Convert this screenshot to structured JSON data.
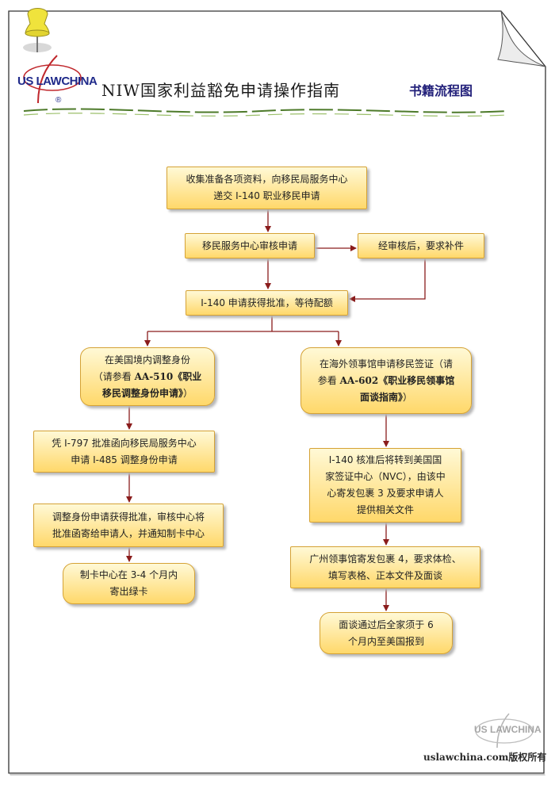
{
  "header": {
    "title": "NIW国家利益豁免申请操作指南",
    "subtitle": "书籍流程图",
    "logo_text": "US LAWCHINA",
    "logo_registered": "®"
  },
  "footer": {
    "copyright": "uslawchina.com版权所有",
    "watermark_text": "US LAWCHINA"
  },
  "colors": {
    "box_top": "#fff9d6",
    "box_bottom": "#ffd86a",
    "box_border": "#d5a235",
    "arrow": "#8a1c1c",
    "title_accent": "#22207a"
  },
  "flow": {
    "collect_docs": {
      "line1": "收集准备各项资料，向移民局服务中心",
      "line2": "递交 I-140 职业移民申请"
    },
    "center_review": "移民服务中心审核申请",
    "request_supplement": "经审核后，要求补件",
    "approved_wait": "I-140 申请获得批准，等待配额",
    "adjust_status": {
      "line1": "在美国境内调整身份",
      "ref_prefix": "（请参看 ",
      "ref_code": "AA-510",
      "ref_title1": "《职业",
      "ref_title2": "移民调整身份申请》",
      "ref_suffix": "）"
    },
    "consular": {
      "line1": "在海外领事馆申请移民签证（请",
      "ref_prefix": "参看 ",
      "ref_code": "AA-602",
      "ref_title1": "《职业移民领事馆",
      "ref_title2": "面谈指南》",
      "ref_suffix": "）"
    },
    "file_i485": {
      "line1": "凭 I-797 批准函向移民局服务中心",
      "line2": "申请 I-485 调整身份申请"
    },
    "i485_approved": {
      "line1": "调整身份申请获得批准，审核中心将",
      "line2": "批准函寄给申请人，并通知制卡中心"
    },
    "green_card": {
      "line1": "制卡中心在 3-4 个月内",
      "line2": "寄出绿卡"
    },
    "nvc_transfer": {
      "line1": "I-140 核准后将转到美国国",
      "line2": "家签证中心（NVC），由该中",
      "line3": "心寄发包裹 3 及要求申请人",
      "line4": "提供相关文件"
    },
    "guangzhou": {
      "line1": "广州领事馆寄发包裹 4，要求体检、",
      "line2": "填写表格、正本文件及面谈"
    },
    "report_us": {
      "line1": "面谈通过后全家须于 6",
      "line2": "个月内至美国报到"
    }
  }
}
